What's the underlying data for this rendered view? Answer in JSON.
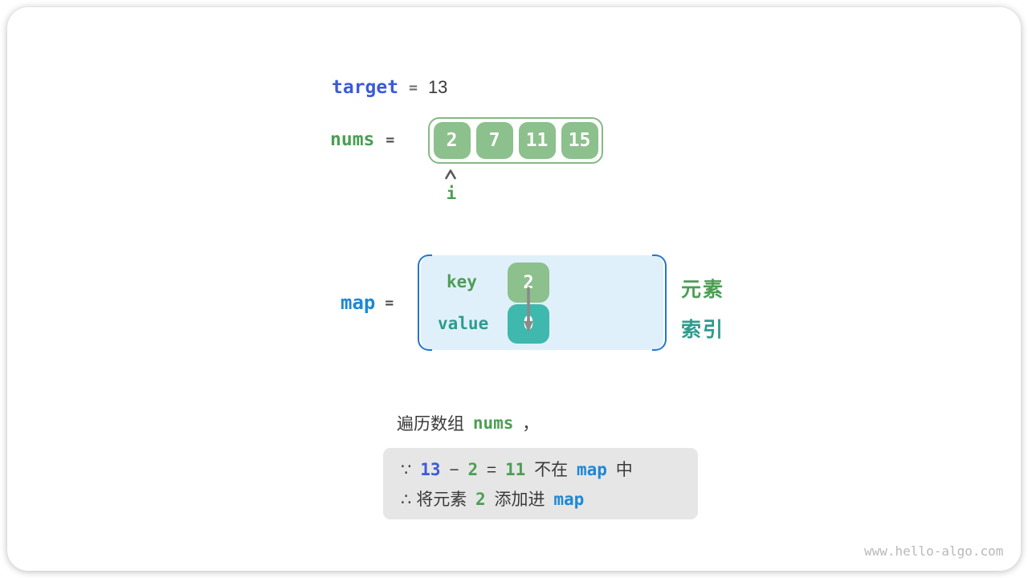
{
  "colors": {
    "indigo": "#3B5BD9",
    "green": "#4C9E54",
    "cyan": "#1E88D5",
    "teal": "#2D9C8F",
    "cellGreen": "#8CC08C",
    "cellBorder": "#85B985",
    "tealBox": "#3FB8AE",
    "mapFill": "#E0F0FA",
    "bracket": "#2478C8",
    "grayBox": "#E6E6E6",
    "dark": "#3A3A3A",
    "arrow": "#8A8A8A",
    "watermark": "#B9B9B9"
  },
  "target_row": {
    "label": "target",
    "equals": "=",
    "value": "13"
  },
  "nums_row": {
    "label": "nums",
    "equals": "=",
    "cells": [
      "2",
      "7",
      "11",
      "15"
    ],
    "pointer_label": "i"
  },
  "map_row": {
    "label": "map",
    "equals": "=",
    "key_label": "key",
    "value_label": "value",
    "key_cell": "2",
    "value_cell": "0",
    "element_label": "元素",
    "index_label": "索引"
  },
  "caption": [
    {
      "t": "遍历数组 ",
      "c": "dark"
    },
    {
      "t": "nums",
      "c": "green"
    },
    {
      "t": " ，",
      "c": "dark"
    }
  ],
  "reason_box": {
    "line1": [
      {
        "t": "∵ ",
        "c": "dark"
      },
      {
        "t": "13",
        "c": "indigo"
      },
      {
        "t": " − ",
        "c": "dark"
      },
      {
        "t": "2",
        "c": "green"
      },
      {
        "t": " = ",
        "c": "dark"
      },
      {
        "t": "11",
        "c": "green"
      },
      {
        "t": " 不在 ",
        "c": "dark"
      },
      {
        "t": "map",
        "c": "cyan"
      },
      {
        "t": " 中",
        "c": "dark"
      }
    ],
    "line2": [
      {
        "t": "∴ 将元素 ",
        "c": "dark"
      },
      {
        "t": "2",
        "c": "green"
      },
      {
        "t": " 添加进 ",
        "c": "dark"
      },
      {
        "t": "map",
        "c": "cyan"
      }
    ]
  },
  "watermark": "www.hello-algo.com"
}
